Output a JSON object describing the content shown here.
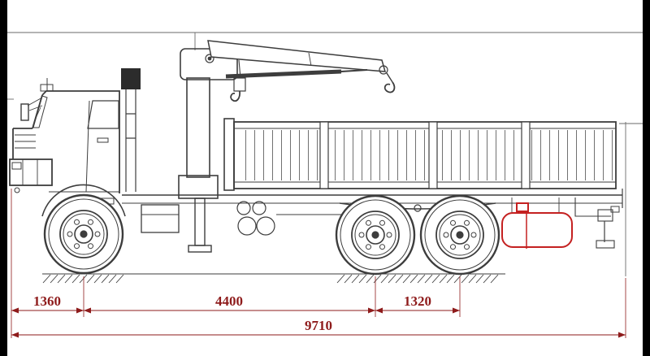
{
  "drawing": {
    "subject": "Flatbed truck with knuckle-boom loader crane, side-view technical drawing",
    "dimension_labels": {
      "front_overhang": "1360",
      "wheelbase": "4400",
      "rear_bogie_spacing": "1320",
      "overall_length": "9710"
    }
  },
  "colors": {
    "dimension_red": "#8e1b1b",
    "accent_red": "#c42121",
    "line_gray": "#3d3d3d",
    "background": "#ffffff",
    "letterbox": "#000000"
  }
}
